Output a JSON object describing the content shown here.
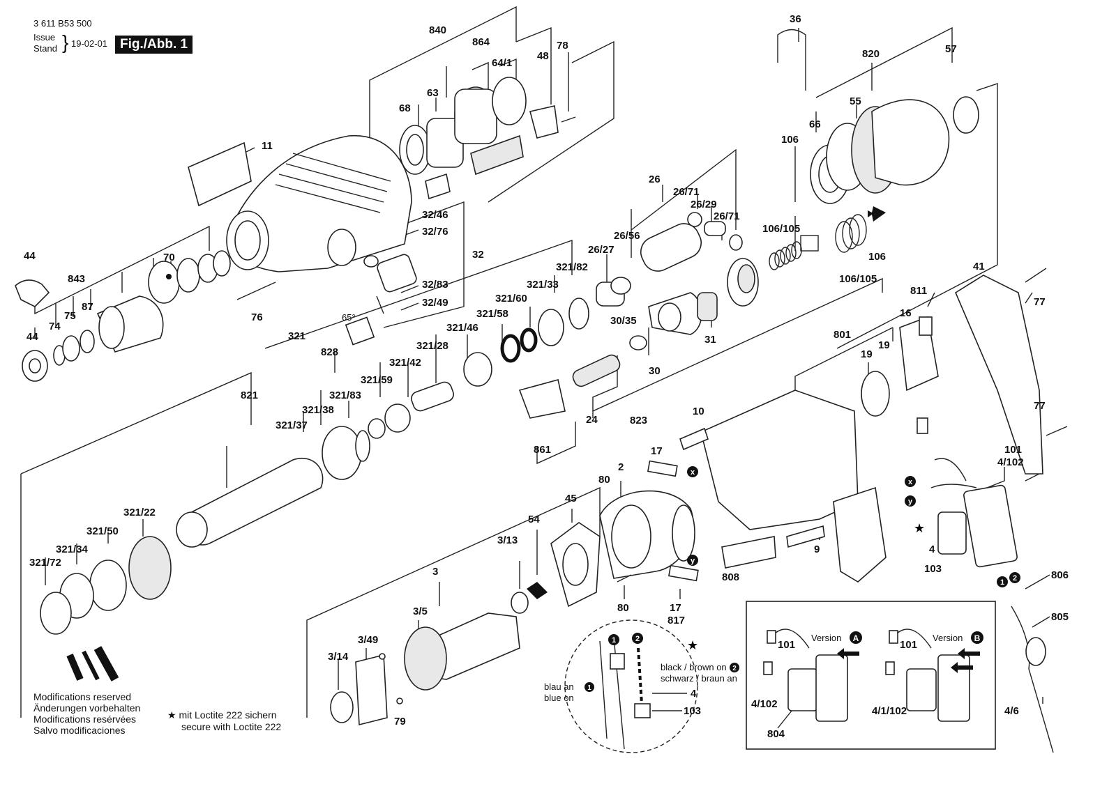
{
  "header": {
    "doc_number": "3 611 B53 500",
    "issue_label": "Issue",
    "stand_label": "Stand",
    "date": "19-02-01",
    "figure_title": "Fig./Abb. 1"
  },
  "callouts": [
    "840",
    "864",
    "64/1",
    "48",
    "78",
    "68",
    "63",
    "11",
    "36",
    "820",
    "57",
    "55",
    "66",
    "106",
    "106/105",
    "106",
    "106/105",
    "26",
    "26/71",
    "26/29",
    "26/71",
    "26/56",
    "26/27",
    "30/35",
    "31",
    "30",
    "32/46",
    "32/76",
    "32",
    "32/83",
    "32/49",
    "65°",
    "321/82",
    "321/33",
    "321/60",
    "321/58",
    "321/46",
    "321/28",
    "321/42",
    "321/59",
    "44",
    "843",
    "70",
    "87",
    "75",
    "74",
    "44",
    "76",
    "321",
    "828",
    "821",
    "321/37",
    "321/38",
    "321/83",
    "41",
    "77",
    "77",
    "811",
    "16",
    "801",
    "19",
    "19",
    "24",
    "861",
    "823",
    "10",
    "17",
    "80",
    "2",
    "45",
    "54",
    "3/13",
    "3",
    "3/5",
    "3/49",
    "3/14",
    "79",
    "80",
    "17",
    "817",
    "808",
    "9",
    "101",
    "4/102",
    "4",
    "103",
    "806",
    "805",
    "321/22",
    "321/50",
    "321/34",
    "321/72"
  ],
  "markers": [
    "x",
    "y",
    "x",
    "y",
    "1",
    "2",
    "1",
    "2"
  ],
  "inset_detail": {
    "line1": "black / brown on",
    "line2": "schwarz / braun an",
    "blue_de": "blau an",
    "blue_en": "blue on",
    "label_4": "4",
    "label_103": "103"
  },
  "version_box": {
    "version_a": "Version",
    "version_a_badge": "A",
    "version_b": "Version",
    "version_b_badge": "B",
    "a_101": "101",
    "a_4102": "4/102",
    "a_804": "804",
    "b_101": "101",
    "b_41102": "4/1/102"
  },
  "footer": {
    "line1": "Modifications reserved",
    "line2": "Änderungen vorbehalten",
    "line3": "Modifications resérvées",
    "line4": "Salvo modificaciones"
  },
  "legend": {
    "star": "★",
    "line1": "mit Loctite 222 sichern",
    "line2": "secure with Loctite 222"
  },
  "label_46": "4/6"
}
